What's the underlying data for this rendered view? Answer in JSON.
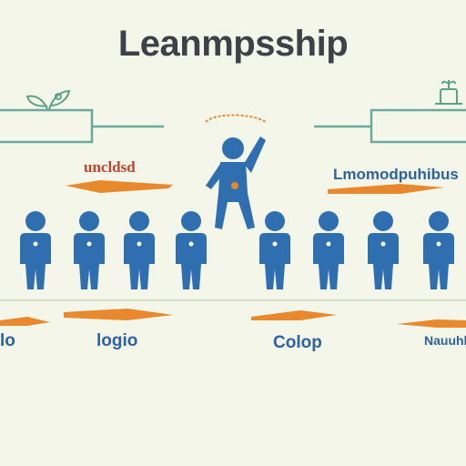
{
  "title": "Leanmpsship",
  "leader_caption": "",
  "left_label": "uncldsd",
  "right_label": "Lmomodpuhibus",
  "bottom_labels": [
    "lo",
    "logio",
    "Colop",
    "Nauuhlu"
  ],
  "people_count": 8,
  "icons": [
    "sprout-icon",
    "plant-pot-icon",
    "person-icon",
    "leader-person-icon",
    "arrow-band-icon"
  ],
  "colors": {
    "background": "#f3f6e8",
    "title": "#3e4147",
    "person_blue": "#2f6faf",
    "arrow_orange": "#e8892e",
    "frame_teal": "#6aa99b",
    "label_red": "#c4432e",
    "label_blue": "#2e62a0",
    "sprout_green": "#5aa38a"
  }
}
